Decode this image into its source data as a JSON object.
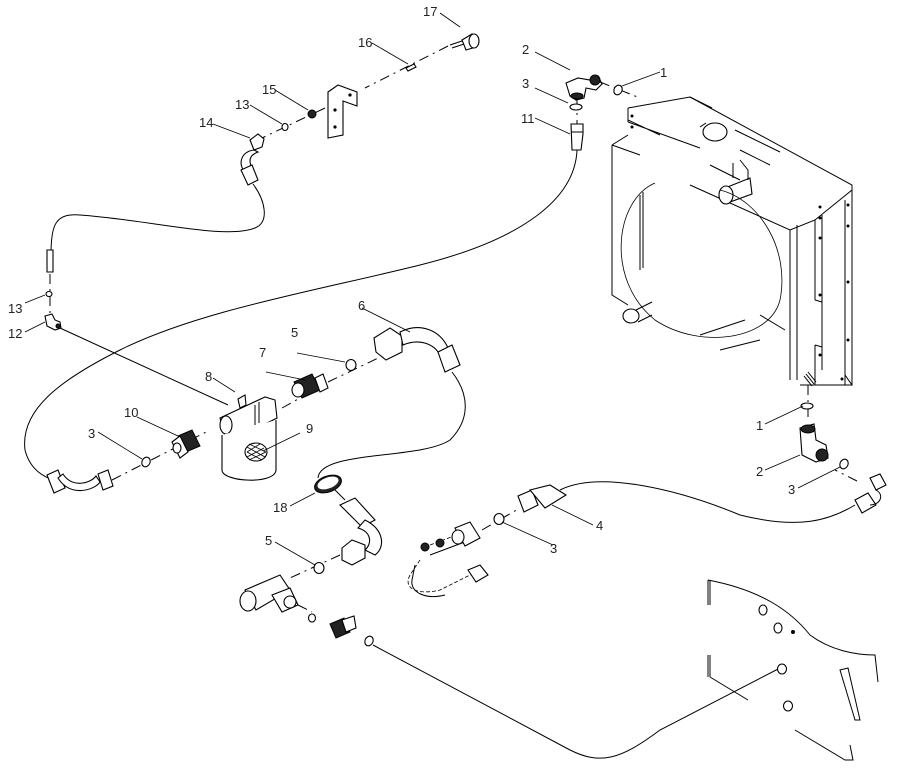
{
  "diagram": {
    "type": "exploded-parts-view",
    "subject": "Hydraulic cooler / radiator hose and filter assembly",
    "callouts": [
      {
        "id": "c17",
        "label": "17",
        "part": "cap"
      },
      {
        "id": "c16",
        "label": "16",
        "part": "pin"
      },
      {
        "id": "c15",
        "label": "15",
        "part": "nut"
      },
      {
        "id": "c13a",
        "label": "13",
        "part": "washer"
      },
      {
        "id": "c14",
        "label": "14",
        "part": "hose-elbow-end"
      },
      {
        "id": "c13b",
        "label": "13",
        "part": "washer"
      },
      {
        "id": "c12",
        "label": "12",
        "part": "elbow-fitting"
      },
      {
        "id": "c2a",
        "label": "2",
        "part": "elbow-fitting"
      },
      {
        "id": "c3a",
        "label": "3",
        "part": "o-ring"
      },
      {
        "id": "c1a",
        "label": "1",
        "part": "o-ring"
      },
      {
        "id": "c11",
        "label": "11",
        "part": "hose-end"
      },
      {
        "id": "c6",
        "label": "6",
        "part": "hose-elbow"
      },
      {
        "id": "c5a",
        "label": "5",
        "part": "o-ring"
      },
      {
        "id": "c7",
        "label": "7",
        "part": "adapter"
      },
      {
        "id": "c8",
        "label": "8",
        "part": "filter-head"
      },
      {
        "id": "c10",
        "label": "10",
        "part": "adapter"
      },
      {
        "id": "c9",
        "label": "9",
        "part": "filter-element"
      },
      {
        "id": "c3b",
        "label": "3",
        "part": "o-ring"
      },
      {
        "id": "c18",
        "label": "18",
        "part": "hose-clamp"
      },
      {
        "id": "c5b",
        "label": "5",
        "part": "o-ring"
      },
      {
        "id": "c1b",
        "label": "1",
        "part": "o-ring"
      },
      {
        "id": "c2b",
        "label": "2",
        "part": "elbow-fitting"
      },
      {
        "id": "c3c",
        "label": "3",
        "part": "o-ring"
      },
      {
        "id": "c4",
        "label": "4",
        "part": "hose"
      },
      {
        "id": "c3d",
        "label": "3",
        "part": "o-ring"
      }
    ]
  }
}
